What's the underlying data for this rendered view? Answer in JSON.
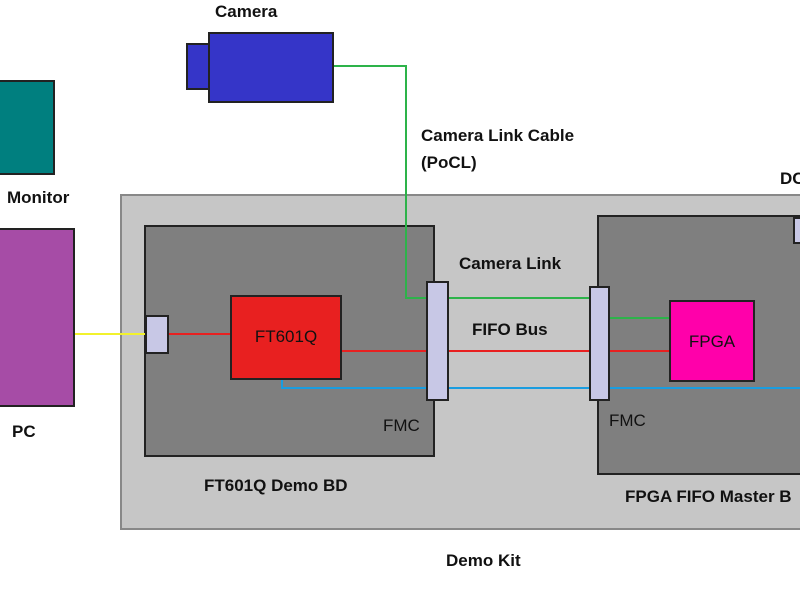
{
  "labels": {
    "camera": "Camera",
    "monitor": "Monitor",
    "pc": "PC",
    "camera_link_cable_line1": "Camera Link Cable",
    "camera_link_cable_line2": "(PoCL)",
    "camera_link": "Camera Link",
    "fifo_bus": "FIFO Bus",
    "fmc_left": "FMC",
    "fmc_right": "FMC",
    "ft601q_chip": "FT601Q",
    "fpga_chip": "FPGA",
    "ft601q_board": "FT601Q Demo BD",
    "fpga_board": "FPGA FIFO Master B",
    "demo_kit": "Demo Kit",
    "dc_partial": "DC"
  },
  "colors": {
    "demo_kit_fill": "#c6c6c6",
    "board_fill": "#7f7f7f",
    "camera": "#3535c8",
    "monitor": "#007f7f",
    "pc": "#a64ca6",
    "ft601q": "#e82020",
    "fpga": "#ff00aa",
    "connector": "#c8c8e6",
    "wire_green": "#2db34a",
    "wire_red": "#e82020",
    "wire_blue": "#1a9de0",
    "wire_yellow": "#f2f22c"
  }
}
